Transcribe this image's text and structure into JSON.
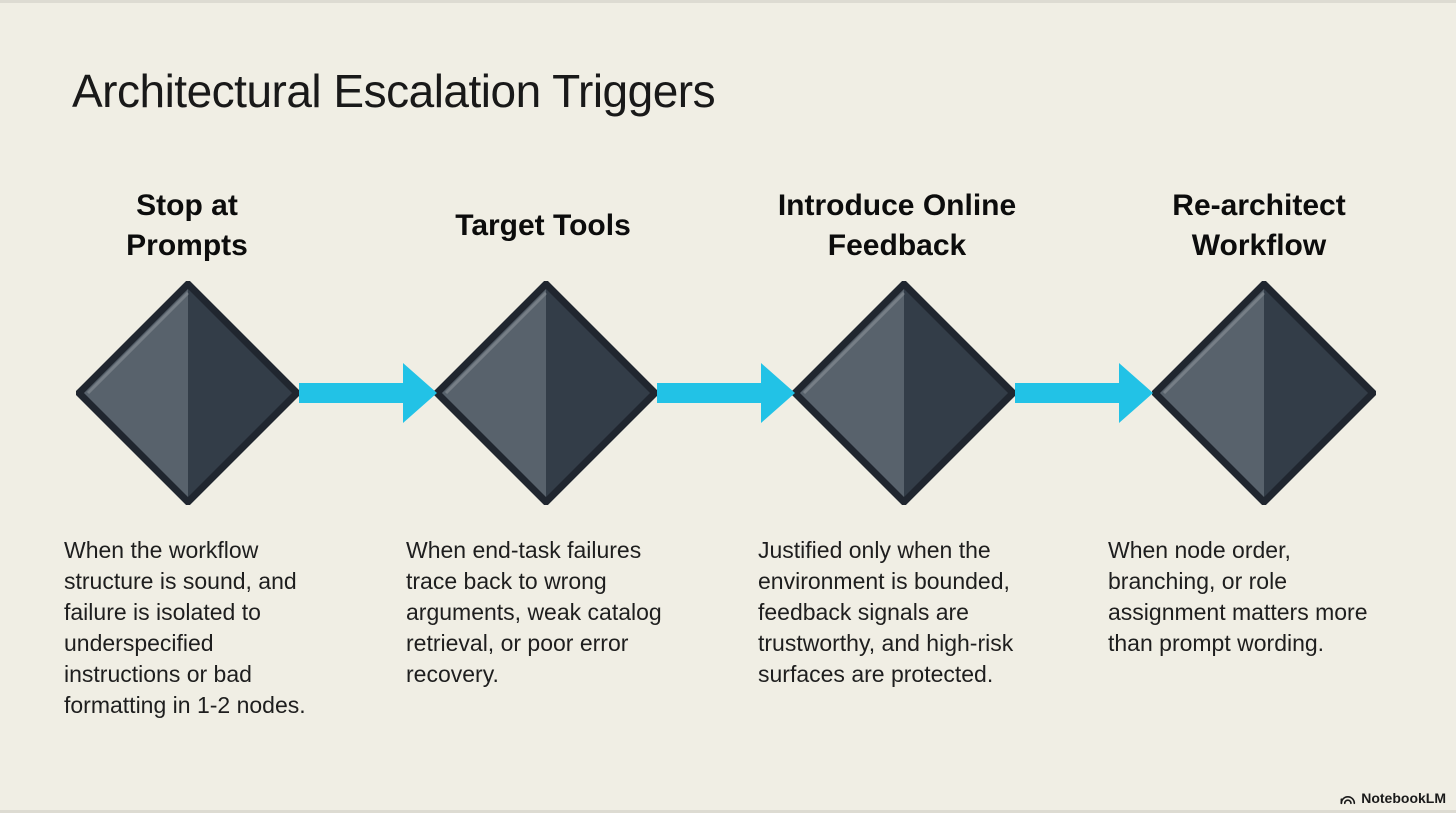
{
  "title": "Architectural Escalation Triggers",
  "columns": [
    {
      "heading": "Stop at Prompts",
      "description": "When the workflow structure is sound, and failure is isolated to underspecified instructions or bad formatting in 1-2 nodes."
    },
    {
      "heading": "Target Tools",
      "description": "When end-task failures trace back to wrong arguments, weak catalog retrieval, or poor error recovery."
    },
    {
      "heading": "Introduce Online Feedback",
      "description": "Justified only when the environment is bounded, feedback signals are trustworthy, and high-risk surfaces are protected."
    },
    {
      "heading": "Re-architect Workflow",
      "description": "When node order, branching, or role assignment matters more than prompt wording."
    }
  ],
  "footer": {
    "brand": "NotebookLM"
  },
  "icons": {
    "step_shape": "diamond-icon",
    "connector": "arrow-right-icon",
    "brand_logo": "notebooklm-logo-icon"
  },
  "colors": {
    "background": "#f0eee4",
    "title_text": "#191919",
    "heading_text": "#0c0c0c",
    "body_text": "#1e1e1e",
    "diamond_left": "#58626c",
    "diamond_right": "#333d48",
    "diamond_outline": "#20262f",
    "arrow": "#22c2e6"
  }
}
